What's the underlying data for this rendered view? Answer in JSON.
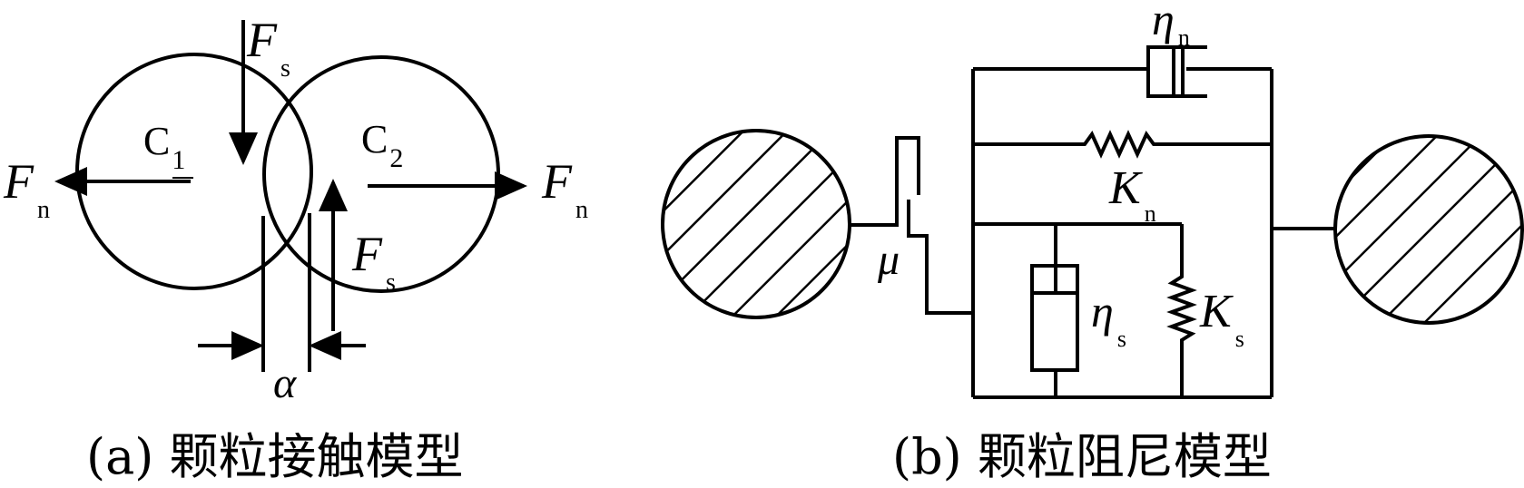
{
  "panel_a": {
    "caption": "(a) 颗粒接触模型",
    "circle1_label": {
      "base": "C",
      "sub": "1"
    },
    "circle2_label": {
      "base": "C",
      "sub": "2"
    },
    "force_normal_left": {
      "base": "F",
      "sub": "n"
    },
    "force_normal_right": {
      "base": "F",
      "sub": "n"
    },
    "force_shear_top": {
      "base": "F",
      "sub": "s"
    },
    "force_shear_bottom": {
      "base": "F",
      "sub": "s"
    },
    "overlap_label": "α"
  },
  "panel_b": {
    "caption": "(b) 颗粒阻尼模型",
    "friction_label": "μ",
    "eta_n": {
      "base": "η",
      "sub": "n"
    },
    "k_n": {
      "base": "K",
      "sub": "n"
    },
    "eta_s": {
      "base": "η",
      "sub": "s"
    },
    "k_s": {
      "base": "K",
      "sub": "s"
    }
  }
}
